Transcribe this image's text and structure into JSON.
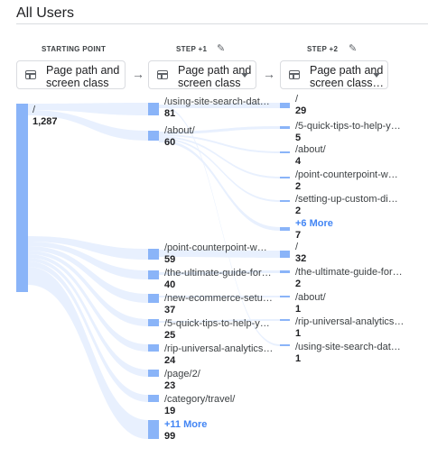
{
  "title": "All Users",
  "steps": {
    "start": {
      "header": "STARTING POINT",
      "dropdown": "Page path and\nscreen class"
    },
    "step1": {
      "header": "STEP +1",
      "dropdown": "Page path and\nscreen class"
    },
    "step2": {
      "header": "STEP +2",
      "dropdown": "Page path and\nscreen class…"
    }
  },
  "icons": {
    "edit": "pencil-icon",
    "arrow": "arrow-right-icon",
    "dropdown": "caret-down-icon",
    "dimension": "table-icon"
  },
  "colors": {
    "node": "#8ab4f8",
    "link": "#e8f0fe",
    "more": "#4285f4"
  },
  "start_nodes": [
    {
      "label": "/",
      "value": "1,287"
    }
  ],
  "step1_nodes": [
    {
      "label": "/using-site-search-dat…",
      "value": "81"
    },
    {
      "label": "/about/",
      "value": "60"
    },
    {
      "label": "/point-counterpoint-w…",
      "value": "59"
    },
    {
      "label": "/the-ultimate-guide-for…",
      "value": "40"
    },
    {
      "label": "/new-ecommerce-setu…",
      "value": "37"
    },
    {
      "label": "/5-quick-tips-to-help-y…",
      "value": "25"
    },
    {
      "label": "/rip-universal-analytics…",
      "value": "24"
    },
    {
      "label": "/page/2/",
      "value": "23"
    },
    {
      "label": "/category/travel/",
      "value": "19"
    },
    {
      "label": "+11 More",
      "value": "99"
    }
  ],
  "step2_nodes": [
    {
      "label": "/",
      "value": "29"
    },
    {
      "label": "/5-quick-tips-to-help-y…",
      "value": "5"
    },
    {
      "label": "/about/",
      "value": "4"
    },
    {
      "label": "/point-counterpoint-w…",
      "value": "2"
    },
    {
      "label": "/setting-up-custom-di…",
      "value": "2"
    },
    {
      "label": "+6 More",
      "value": "7"
    },
    {
      "label": "/",
      "value": "32"
    },
    {
      "label": "/the-ultimate-guide-for…",
      "value": "2"
    },
    {
      "label": "/about/",
      "value": "1"
    },
    {
      "label": "/rip-universal-analytics…",
      "value": "1"
    },
    {
      "label": "/using-site-search-dat…",
      "value": "1"
    }
  ]
}
